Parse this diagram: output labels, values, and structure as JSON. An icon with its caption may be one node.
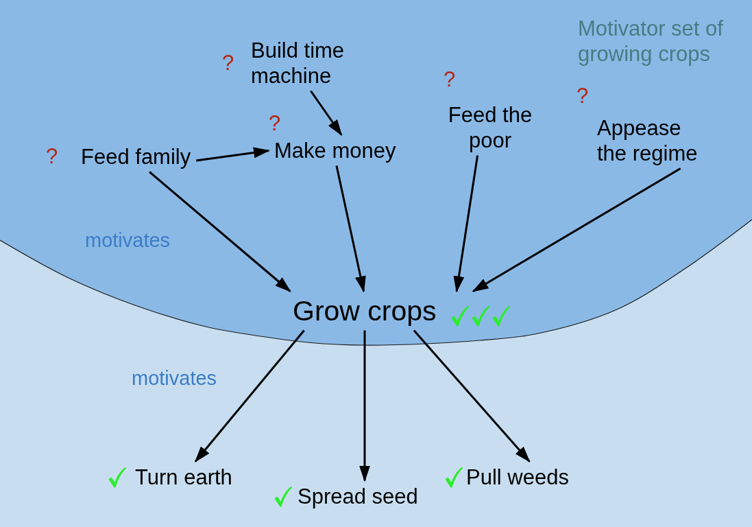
{
  "diagram": {
    "nodes": [
      {
        "text": [
          "Motivator set of growing crops"
        ]
      },
      {
        "text": [
          "Build time machine"
        ],
        "in": 0,
        "beside": [
          "?"
        ]
      },
      {
        "text": [
          "Feed family"
        ],
        "in": 0,
        "beside": [
          "?"
        ]
      },
      {
        "text": [
          "Make money"
        ],
        "in": 0,
        "beside": [
          "?"
        ]
      },
      {
        "text": [
          "Feed the poor"
        ],
        "in": 0,
        "beside": [
          "?"
        ]
      },
      {
        "text": [
          "Appease the regime"
        ],
        "in": 0,
        "beside": [
          "?"
        ]
      },
      {
        "text": [
          "Grow crops"
        ],
        "in": 0
      },
      {
        "text": [
          "Turn earth"
        ]
      },
      {
        "text": [
          "Spread seed"
        ]
      },
      {
        "text": [
          "Pull weeds"
        ]
      }
    ],
    "edges": [
      {
        "from": 2,
        "to": 3,
        "arrow": "to"
      },
      {
        "from": 1,
        "to": 3,
        "arrow": "to"
      },
      {
        "from": 2,
        "to": 6,
        "arrow": "to"
      },
      {
        "from": 3,
        "to": 6,
        "arrow": "to"
      },
      {
        "from": 4,
        "to": 6,
        "arrow": "to"
      },
      {
        "from": 5,
        "to": 6,
        "arrow": "to"
      },
      {
        "from": 6,
        "to": 7,
        "arrow": "to"
      },
      {
        "from": 6,
        "to": 8,
        "arrow": "to"
      },
      {
        "from": 6,
        "to": 9,
        "arrow": "to"
      }
    ],
    "labels": [
      "motivates",
      "motivates"
    ]
  }
}
